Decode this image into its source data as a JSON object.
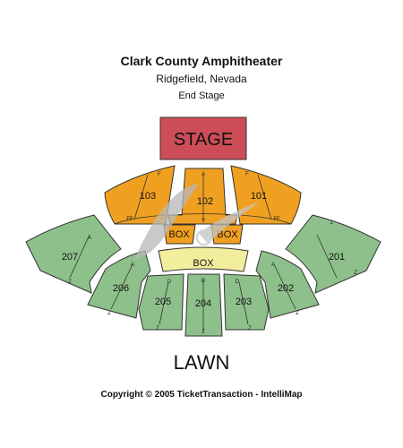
{
  "venue": {
    "name": "Clark County Amphitheater",
    "location": "Ridgefield, Nevada",
    "stage_type": "End Stage"
  },
  "map": {
    "stage_label": "STAGE",
    "lawn_label": "LAWN",
    "copyright": "Copyright © 2005 TicketTransaction - IntelliMap"
  },
  "colors": {
    "stage": "#cc4d57",
    "orange": "#f0a020",
    "box_front": "#f0a020",
    "box_middle": "#f3ee9d",
    "green": "#8ec08b",
    "outline": "#333333",
    "watermark": "#b8b8b8"
  },
  "sections": {
    "s101": {
      "label": "101",
      "rows": [
        "F",
        "FF"
      ]
    },
    "s102": {
      "label": "102",
      "rows": [
        "A",
        "Y"
      ]
    },
    "s103": {
      "label": "103",
      "rows": [
        "F",
        "FF"
      ]
    },
    "box_left": {
      "label": "BOX"
    },
    "box_right": {
      "label": "BOX"
    },
    "box_middle": {
      "label": "BOX"
    },
    "s201": {
      "label": "201",
      "rows": [
        "1",
        "Z"
      ]
    },
    "s202": {
      "label": "202",
      "rows": [
        "A",
        "Z"
      ]
    },
    "s203": {
      "label": "203",
      "rows": [
        "D",
        "Z"
      ]
    },
    "s204": {
      "label": "204",
      "rows": [
        "B",
        "Z"
      ]
    },
    "s205": {
      "label": "205",
      "rows": [
        "D",
        "Z"
      ]
    },
    "s206": {
      "label": "206",
      "rows": [
        "A",
        "Z"
      ]
    },
    "s207": {
      "label": "207",
      "rows": [
        "A",
        "Z"
      ]
    }
  }
}
